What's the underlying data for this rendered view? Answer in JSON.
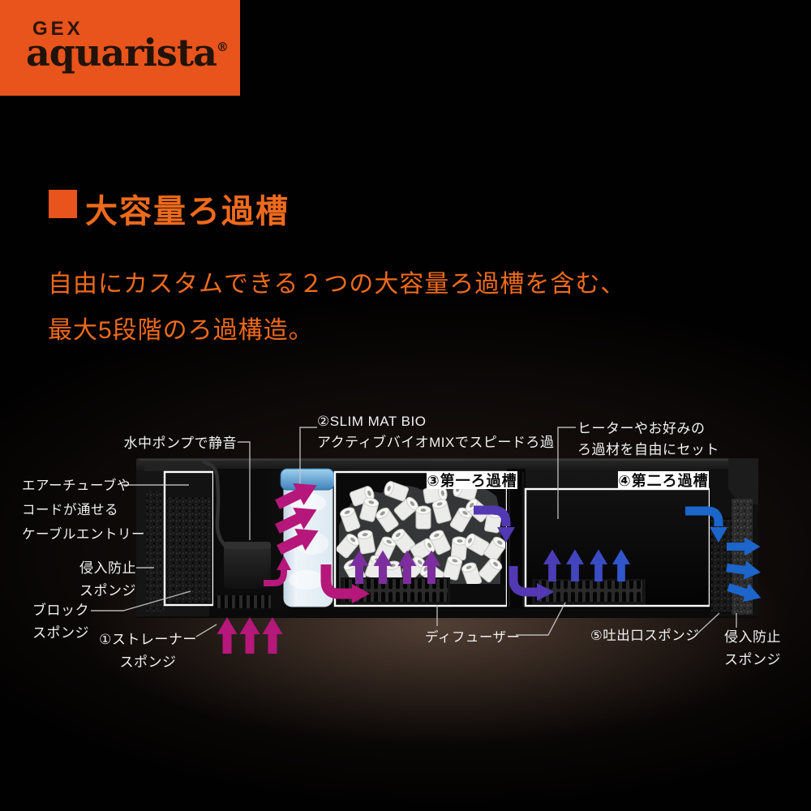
{
  "logo": {
    "brand": "GEX",
    "product": "aquarista",
    "reg": "®"
  },
  "heading": {
    "marker_note": "orange-square",
    "text": "大容量ろ過槽"
  },
  "description": {
    "line1": "自由にカスタムできる２つの大容量ろ過槽を含む、",
    "line2": "最大5段階のろ過構造。"
  },
  "diagram": {
    "labels": {
      "pump": "水中ポンプで静音",
      "slim_mat_line1": "②SLIM MAT BIO",
      "slim_mat_line2": "アクティブバイオMIXでスピードろ過",
      "heater_line1": "ヒーターやお好みの",
      "heater_line2": "ろ過材を自由にセット",
      "cable_line1": "エアーチューブや",
      "cable_line2": "コードが通せる",
      "cable_line3": "ケーブルエントリー",
      "sponge_left_line1": "侵入防止",
      "sponge_left_line2": "スポンジ",
      "block_line1": "ブロック",
      "block_line2": "スポンジ",
      "strainer_line1": "①ストレーナー",
      "strainer_line2": "スポンジ",
      "tank1": "③第一ろ過槽",
      "tank2": "④第二ろ過槽",
      "diffuser": "ディフューザー",
      "outlet": "⑤吐出口スポンジ",
      "sponge_right_line1": "侵入防止",
      "sponge_right_line2": "スポンジ"
    }
  },
  "colors": {
    "brand_orange": "#E8541C",
    "text_orange": "#EE6A1C",
    "magenta": "#B5177A",
    "purple": "#7C2E9E",
    "indigo": "#5238B2",
    "indigo2": "#4B3DB5",
    "indigo3": "#4345BE",
    "blue_violet": "#3A4CC4",
    "blue2": "#3156CB",
    "blue": "#1B65CB",
    "line_gray": "#C6C6C6",
    "label_white": "#F2F2F2"
  }
}
